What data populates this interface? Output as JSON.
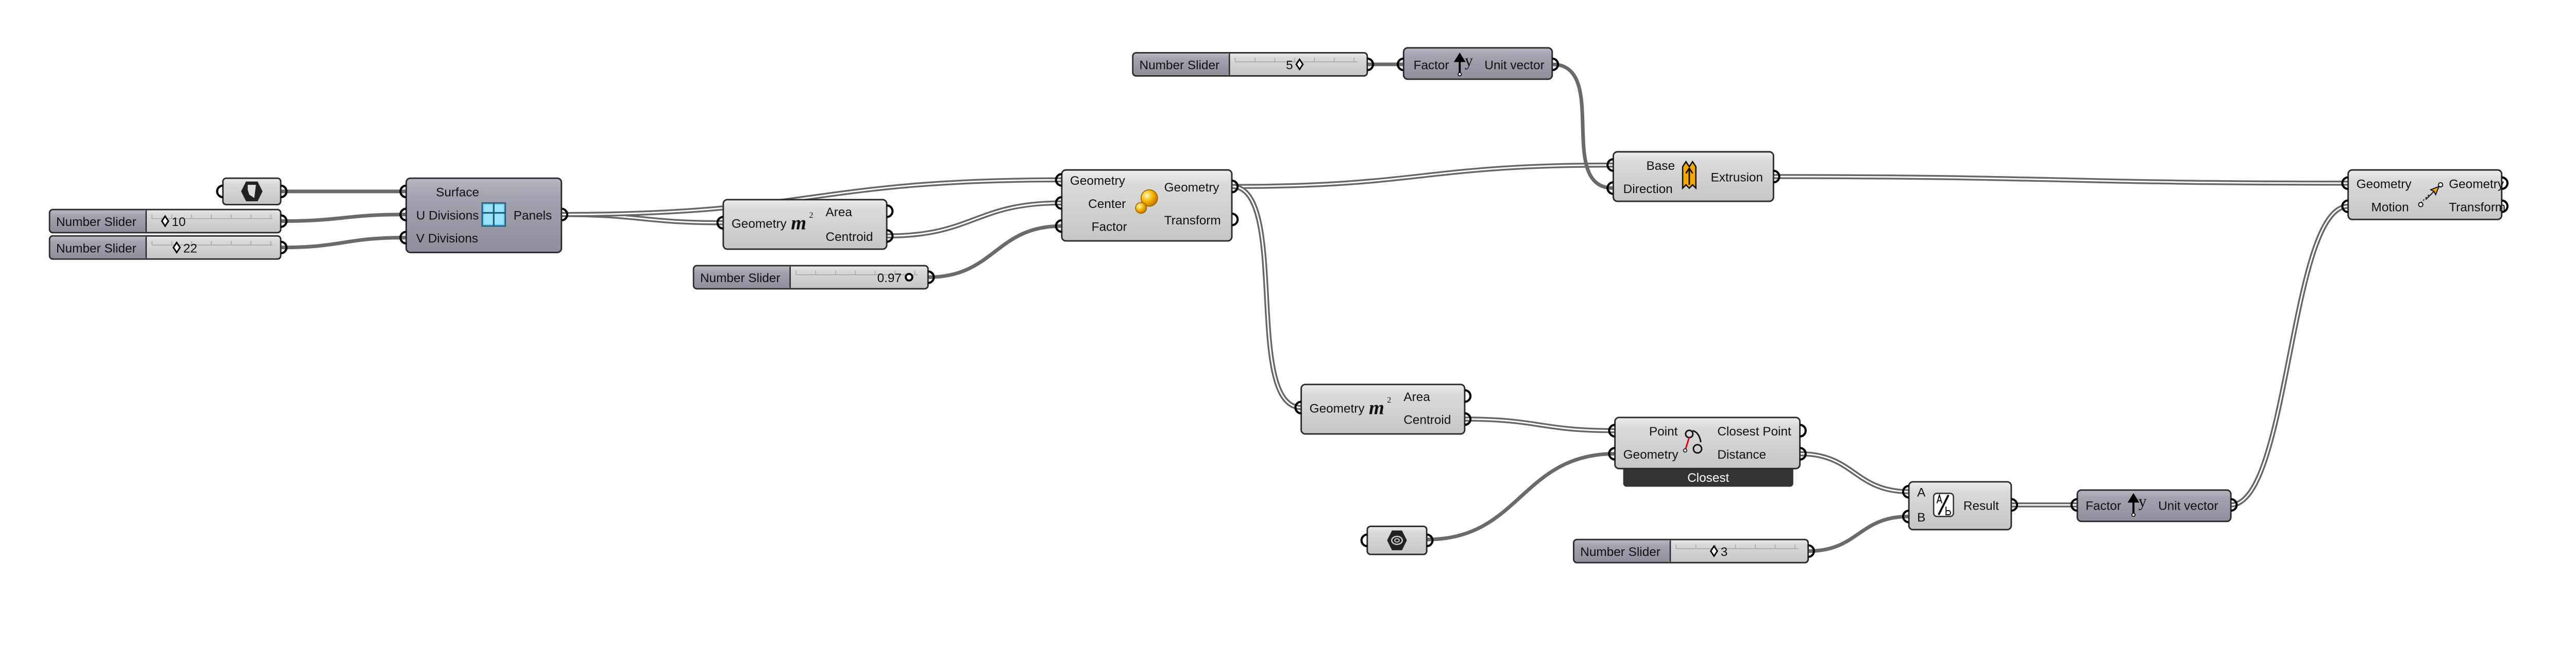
{
  "canvas": {
    "wire_color": "#666666",
    "component_fill": "#d4d4d4",
    "slider_label_fill": "#9a9aa8",
    "group_label_fill": "#333333"
  },
  "sliders": [
    {
      "label": "Number Slider",
      "value": "10",
      "handle_icon": "diamond"
    },
    {
      "label": "Number Slider",
      "value": "22",
      "handle_icon": "diamond"
    },
    {
      "label": "Number Slider",
      "value": "0.97",
      "handle_icon": "circle"
    },
    {
      "label": "Number Slider",
      "value": "5",
      "handle_icon": "diamond"
    },
    {
      "label": "Number Slider",
      "value": "3",
      "handle_icon": "diamond"
    }
  ],
  "params": {
    "surface": {
      "icon": "surface-param-icon"
    },
    "geometry": {
      "icon": "geometry-param-icon"
    }
  },
  "panels": {
    "inputs": [
      "Surface",
      "U Divisions",
      "V Divisions"
    ],
    "output": "Panels",
    "icon": "panels-icon"
  },
  "area1": {
    "input": "Geometry",
    "outputs": [
      "Area",
      "Centroid"
    ],
    "icon_glyph": "m",
    "icon_sup": "2"
  },
  "scale": {
    "inputs": [
      "Geometry",
      "Center",
      "Factor"
    ],
    "outputs": [
      "Geometry",
      "Transform"
    ],
    "icon": "scale-icon"
  },
  "unit_y1": {
    "input": "Factor",
    "output": "Unit vector",
    "icon_glyph": "y"
  },
  "extrusion": {
    "inputs": [
      "Base",
      "Direction"
    ],
    "output": "Extrusion",
    "icon": "extrude-icon"
  },
  "move": {
    "inputs": [
      "Geometry",
      "Motion"
    ],
    "outputs": [
      "Geometry",
      "Transform"
    ],
    "icon": "move-icon"
  },
  "area2": {
    "input": "Geometry",
    "outputs": [
      "Area",
      "Centroid"
    ],
    "icon_glyph": "m",
    "icon_sup": "2"
  },
  "closest": {
    "inputs": [
      "Point",
      "Geometry"
    ],
    "outputs": [
      "Closest Point",
      "Distance"
    ],
    "group_label": "Closest",
    "icon": "closest-point-icon"
  },
  "division": {
    "inputs": [
      "A",
      "B"
    ],
    "output": "Result",
    "icon": "division-icon"
  },
  "unit_y2": {
    "input": "Factor",
    "output": "Unit vector",
    "icon_glyph": "y"
  }
}
